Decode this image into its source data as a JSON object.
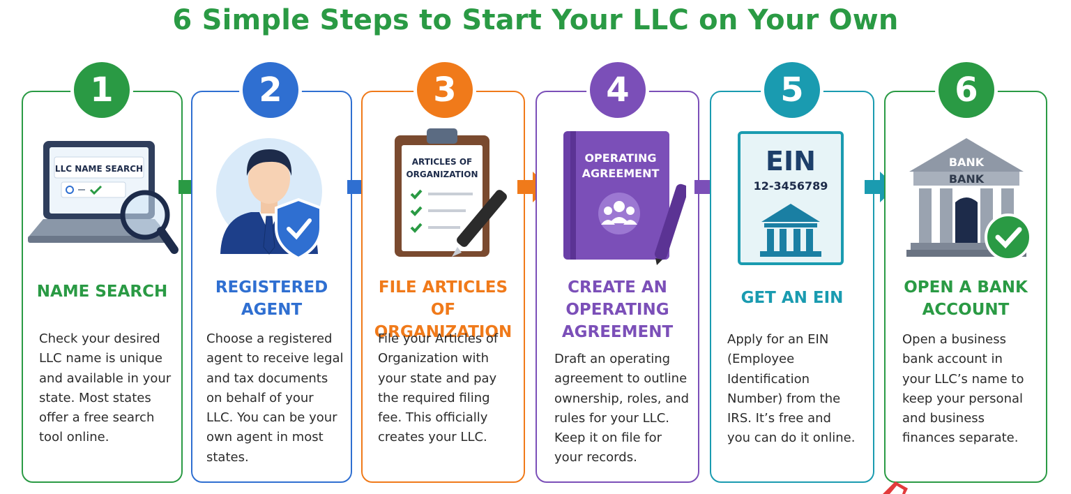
{
  "title": "6 Simple Steps to Start Your LLC on Your Own",
  "colors": {
    "green": "#2a9a44",
    "blue": "#2f6fd1",
    "orange": "#f07a1a",
    "purple": "#7b4fb8",
    "teal": "#1a9bb0"
  },
  "steps": [
    {
      "number": "1",
      "title_lines": [
        "NAME SEARCH",
        ""
      ],
      "illustration_text": "LLC NAME SEARCH",
      "description": "Check your desired\nLLC name is unique\nand available in your\nstate. Most states\noffer a free search\ntool online."
    },
    {
      "number": "2",
      "title_lines": [
        "REGISTERED",
        "AGENT"
      ],
      "description": "Choose a registered\nagent to receive legal\nand tax documents\non behalf of your\nLLC. You can be your\nown agent in most\nstates."
    },
    {
      "number": "3",
      "title_lines": [
        "FILE ARTICLES",
        "OF ORGANIZATION"
      ],
      "illustration_text_1": "ARTICLES OF",
      "illustration_text_2": "ORGANIZATION",
      "description": "File your Articles of\nOrganization with\nyour state and pay\nthe required filing\nfee. This officially\ncreates your LLC."
    },
    {
      "number": "4",
      "title_lines": [
        "CREATE AN",
        "OPERATING",
        "AGREEMENT"
      ],
      "illustration_text_1": "OPERATING",
      "illustration_text_2": "AGREEMENT",
      "description": "Draft an operating\nagreement to outline\nownership, roles, and\nrules for your LLC.\nKeep it on file for\nyour records."
    },
    {
      "number": "5",
      "title_lines": [
        "GET AN EIN",
        ""
      ],
      "illustration_text_1": "EIN",
      "illustration_text_2": "12-3456789",
      "description": "Apply for an EIN\n(Employee\nIdentification\nNumber) from the\nIRS. It’s free and\nyou can do it online."
    },
    {
      "number": "6",
      "title_lines": [
        "OPEN A BANK",
        "ACCOUNT"
      ],
      "illustration_text_1": "BANK",
      "illustration_text_2": "BANK",
      "description": "Open a business\nbank account in\nyour LLC’s name to\nkeep your personal\nand business\nfinances separate."
    }
  ]
}
